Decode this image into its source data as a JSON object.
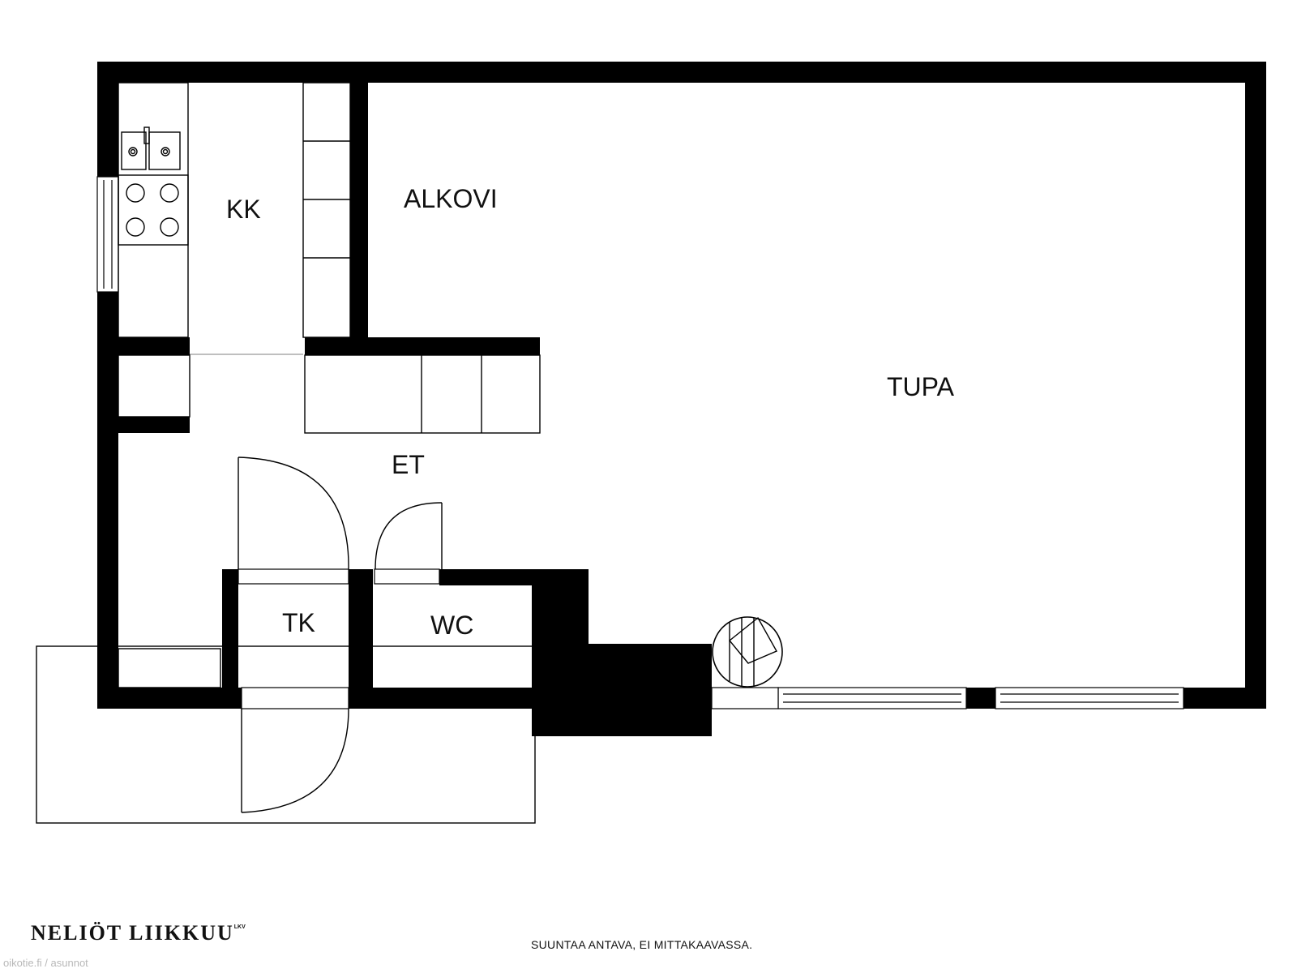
{
  "rooms": {
    "kk": "KK",
    "alkovi": "ALKOVI",
    "tupa": "TUPA",
    "et": "ET",
    "tk": "TK",
    "wc": "WC"
  },
  "footer": {
    "brand": "NELIÖT LIIKKUU",
    "brand_mark": "LKV",
    "disclaimer": "SUUNTAA ANTAVA, EI MITTAKAAVASSA.",
    "watermark": "oikotie.fi / asunnot"
  }
}
